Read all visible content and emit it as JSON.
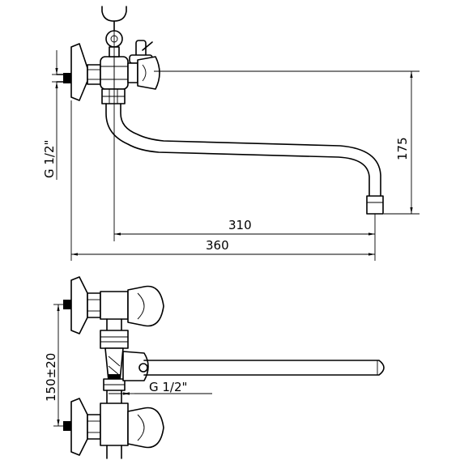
{
  "top_view": {
    "dim_spout_length": "310",
    "dim_total_length": "360",
    "dim_height": "175",
    "thread_label": "G 1/2\""
  },
  "bottom_view": {
    "center_distance": "150±20",
    "thread_label": "G 1/2\""
  }
}
